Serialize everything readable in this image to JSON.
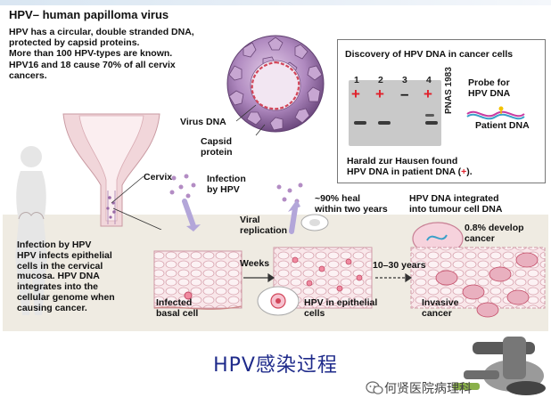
{
  "figure": {
    "title": "HPV– human papilloma virus",
    "intro": "HPV has a circular, double stranded DNA,\nprotected by capsid proteins.\nMore than 100 HPV-types are known.\nHPV16 and 18 cause 70% of all cervix\ncancers.",
    "virus_dna_label": "Virus DNA",
    "capsid_label": "Capsid\nprotein",
    "cervix_label": "Cervix",
    "infection_label": "Infection\nby HPV",
    "viral_replication_label": "Viral\nreplication",
    "heal_label": "~90% heal\nwithin two years",
    "integrated_label": "HPV DNA integrated\ninto tumour cell DNA",
    "develop_label": "0.8% develop\ncancer",
    "weeks_label": "Weeks",
    "years_label": "10–30 years",
    "infected_basal_label": "Infected\nbasal cell",
    "epithelial_label": "HPV in epithelial\ncells",
    "invasive_label": "Invasive\ncancer",
    "bottom_text": "Infection by HPV\nHPV infects epithelial\ncells in the cervical\nmucosa. HPV DNA\nintegrates into the\ncellular genome when\ncausing cancer.",
    "discovery": {
      "title": "Discovery of HPV DNA in cancer cells",
      "lanes": [
        "1",
        "2",
        "3",
        "4"
      ],
      "signs": [
        "+",
        "+",
        "–",
        "+"
      ],
      "pnas": "PNAS 1983",
      "probe_label": "Probe for\nHPV DNA",
      "patient_label": "Patient DNA",
      "footer_line1": "Harald zur Hausen found",
      "footer_line2_pre": "HPV DNA in patient DNA (",
      "footer_plus": "+",
      "footer_line2_post": ")."
    }
  },
  "caption": "HPV感染过程",
  "brand": "何贤医院病理科",
  "colors": {
    "red": "#e0202a",
    "caption_blue": "#1e2a8a",
    "virus_purple": "#8c5a9c",
    "dna_red": "#d2465a"
  }
}
